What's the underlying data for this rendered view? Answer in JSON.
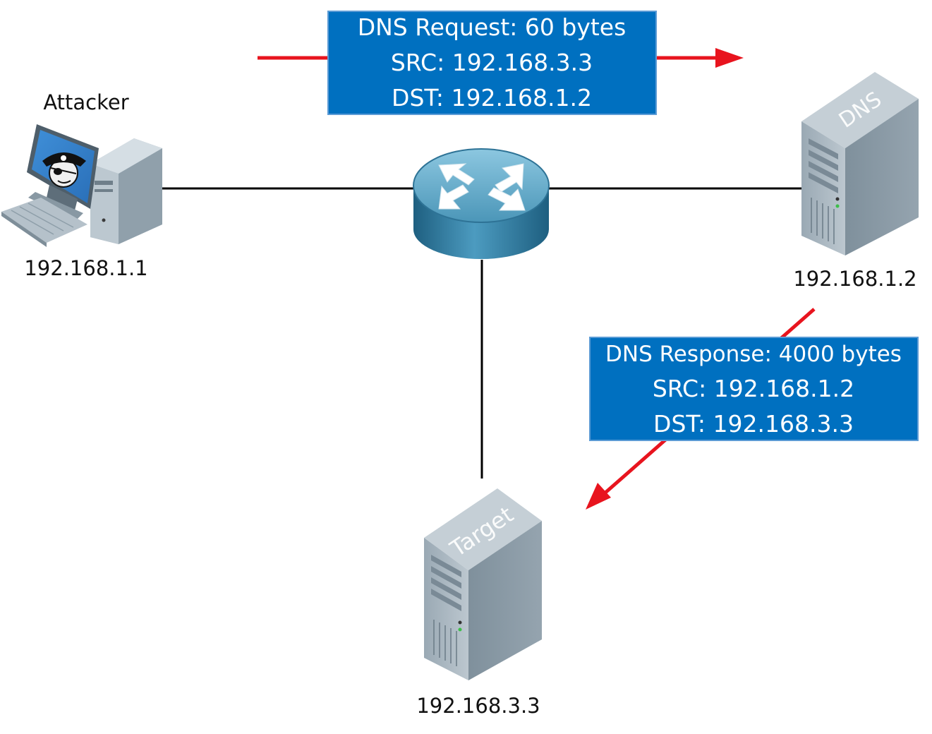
{
  "nodes": {
    "attacker": {
      "name": "Attacker",
      "ip": "192.168.1.1"
    },
    "dns_server": {
      "name": "DNS",
      "ip": "192.168.1.2"
    },
    "target_server": {
      "name": "Target",
      "ip": "192.168.3.3"
    }
  },
  "packets": {
    "request": {
      "lines": [
        "DNS Request: 60 bytes",
        "SRC: 192.168.3.3",
        "DST: 192.168.1.2"
      ]
    },
    "response": {
      "lines": [
        "DNS Response: 4000 bytes",
        "SRC: 192.168.1.2",
        "DST: 192.168.3.3"
      ]
    }
  },
  "colors": {
    "packet_box": "#0070C0",
    "packet_box_border": "#5B9BD5",
    "arrow": "#E8141E",
    "link": "#000000",
    "router": "#4A93B5",
    "server": "#8FA0AC"
  }
}
